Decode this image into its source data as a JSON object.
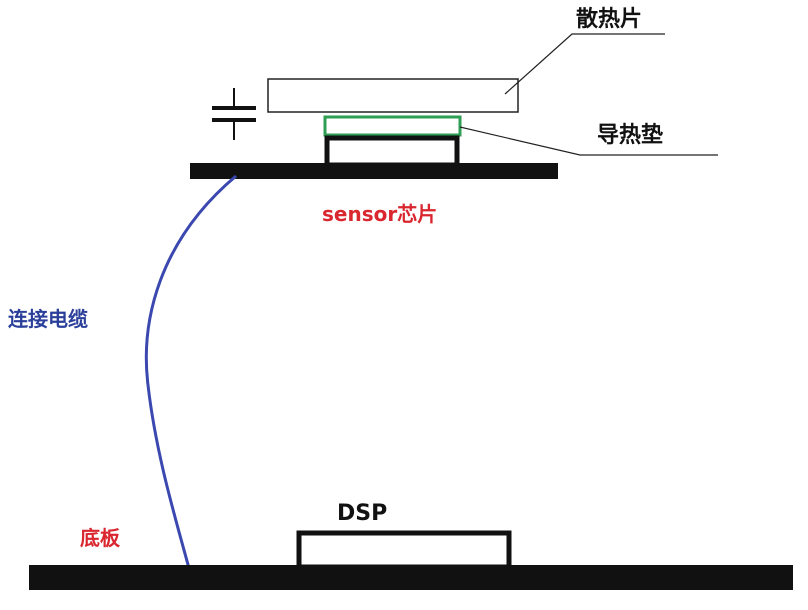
{
  "labels": {
    "heat_sink": "散热片",
    "thermal_pad": "导热垫",
    "sensor_chip": "sensor芯片",
    "cable": "连接电缆",
    "base_board": "底板",
    "dsp": "DSP"
  },
  "colors": {
    "outline": "#111111",
    "board": "#111111",
    "thermal_pad": "#2f9e55",
    "cable": "#3b48b0",
    "sensor_label": "#d9262f",
    "cable_label": "#2a3f9a",
    "base_label": "#d9262f"
  }
}
